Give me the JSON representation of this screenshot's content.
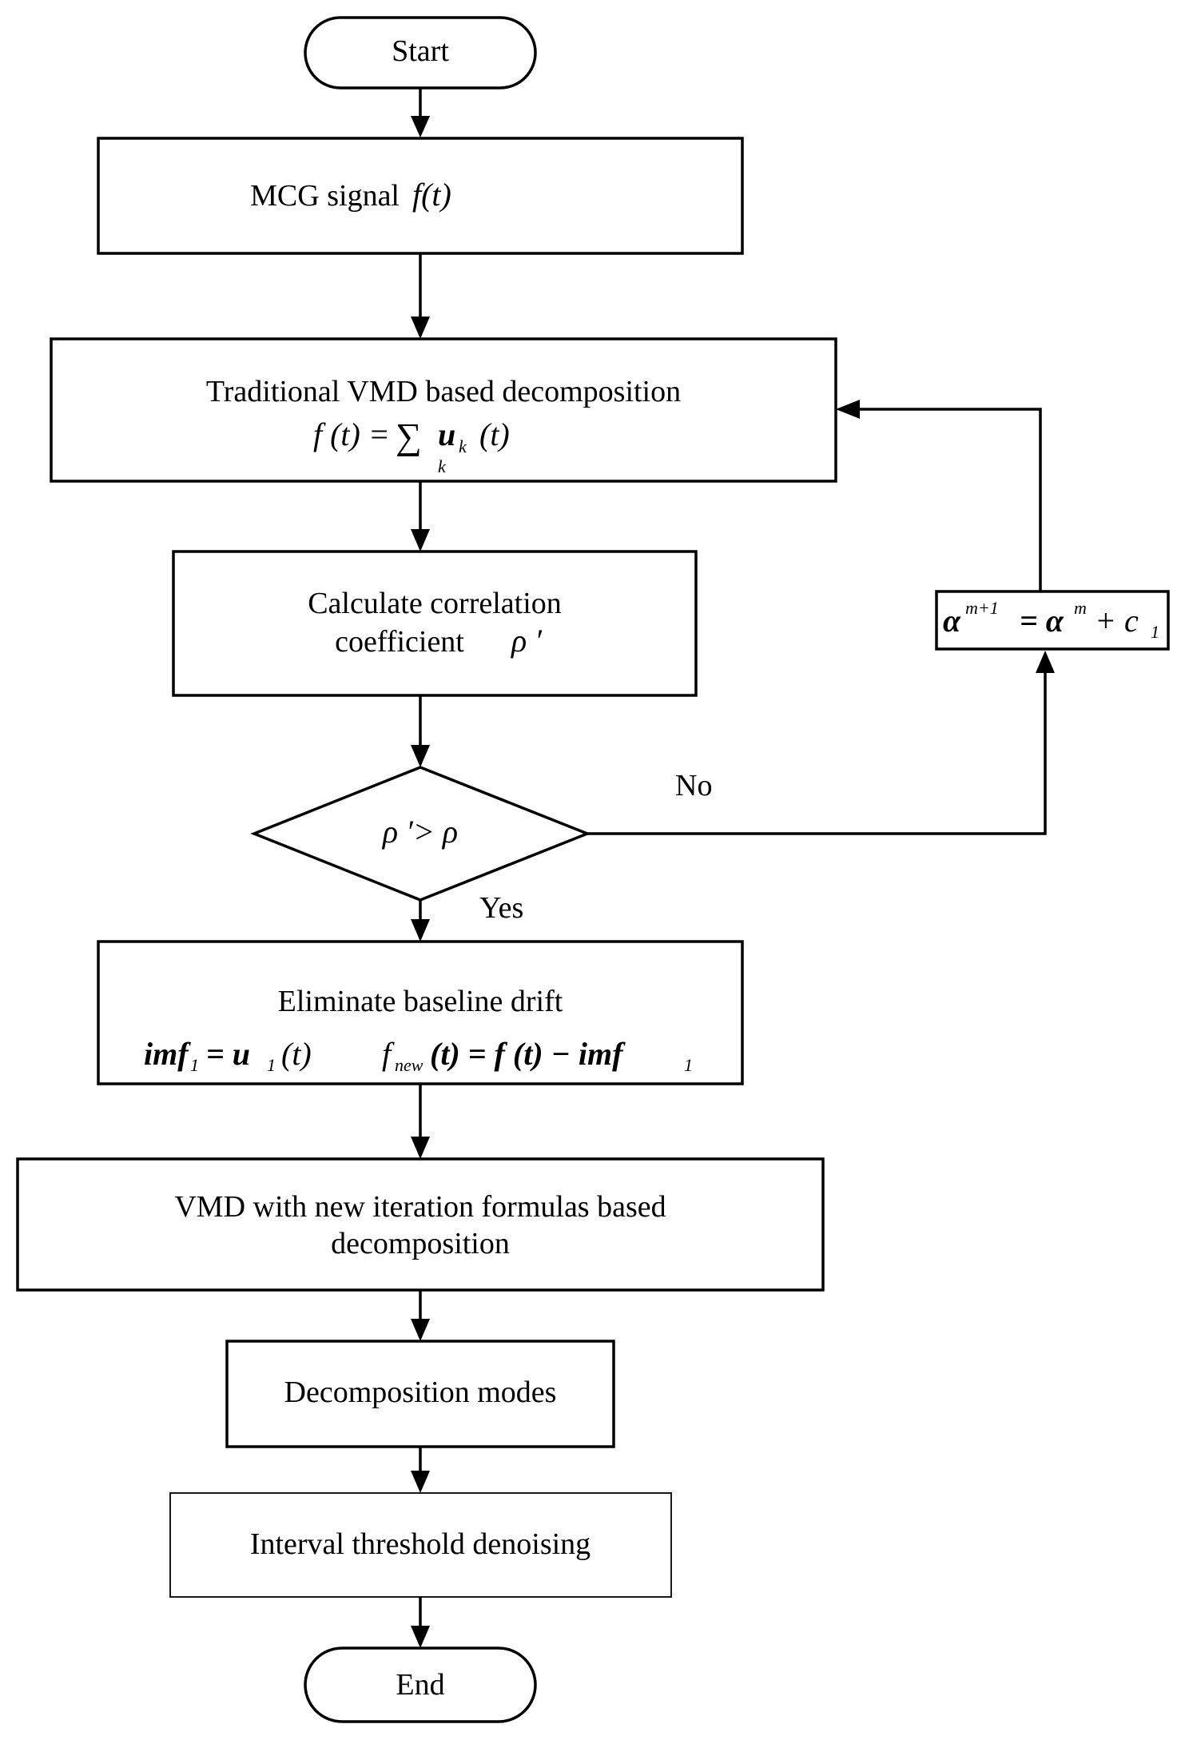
{
  "nodes": {
    "start": "Start",
    "signal_label": "MCG signal",
    "signal_func": "f(t)",
    "traditional_vmd": "Traditional VMD based decomposition",
    "vmd_formula_lhs": "f (t) =",
    "vmd_formula_sum": "∑",
    "vmd_formula_sum_index": "k",
    "vmd_formula_rhs": "u",
    "vmd_formula_rhs_sub": "k",
    "vmd_formula_rhs_arg": "(t)",
    "calc_corr_line1": "Calculate correlation",
    "calc_corr_line2": "coefficient",
    "calc_corr_symbol": "ρ ′",
    "decision": "ρ ′> ρ",
    "eliminate_title": "Eliminate baseline drift",
    "imf_formula_1": "imf",
    "imf_formula_1_sub": "1",
    "imf_formula_1_rhs": "= u",
    "imf_formula_1_rhs_sub": "1",
    "imf_formula_1_arg": "(t)",
    "fnew_f": "f",
    "fnew_sub": "new",
    "fnew_rhs": "(t) = f (t) − imf",
    "fnew_rhs_sub": "1",
    "new_vmd_line1": "VMD with new iteration formulas based",
    "new_vmd_line2": "decomposition",
    "modes": "Decomposition modes",
    "denoising": "Interval threshold denoising",
    "end": "End",
    "alpha_update_lhs": "α",
    "alpha_update_lhs_sup": "m+1",
    "alpha_update_mid": "= α",
    "alpha_update_mid_sup": "m",
    "alpha_update_rhs": "+ c",
    "alpha_update_rhs_sub": "1"
  },
  "edge_labels": {
    "no": "No",
    "yes": "Yes"
  }
}
